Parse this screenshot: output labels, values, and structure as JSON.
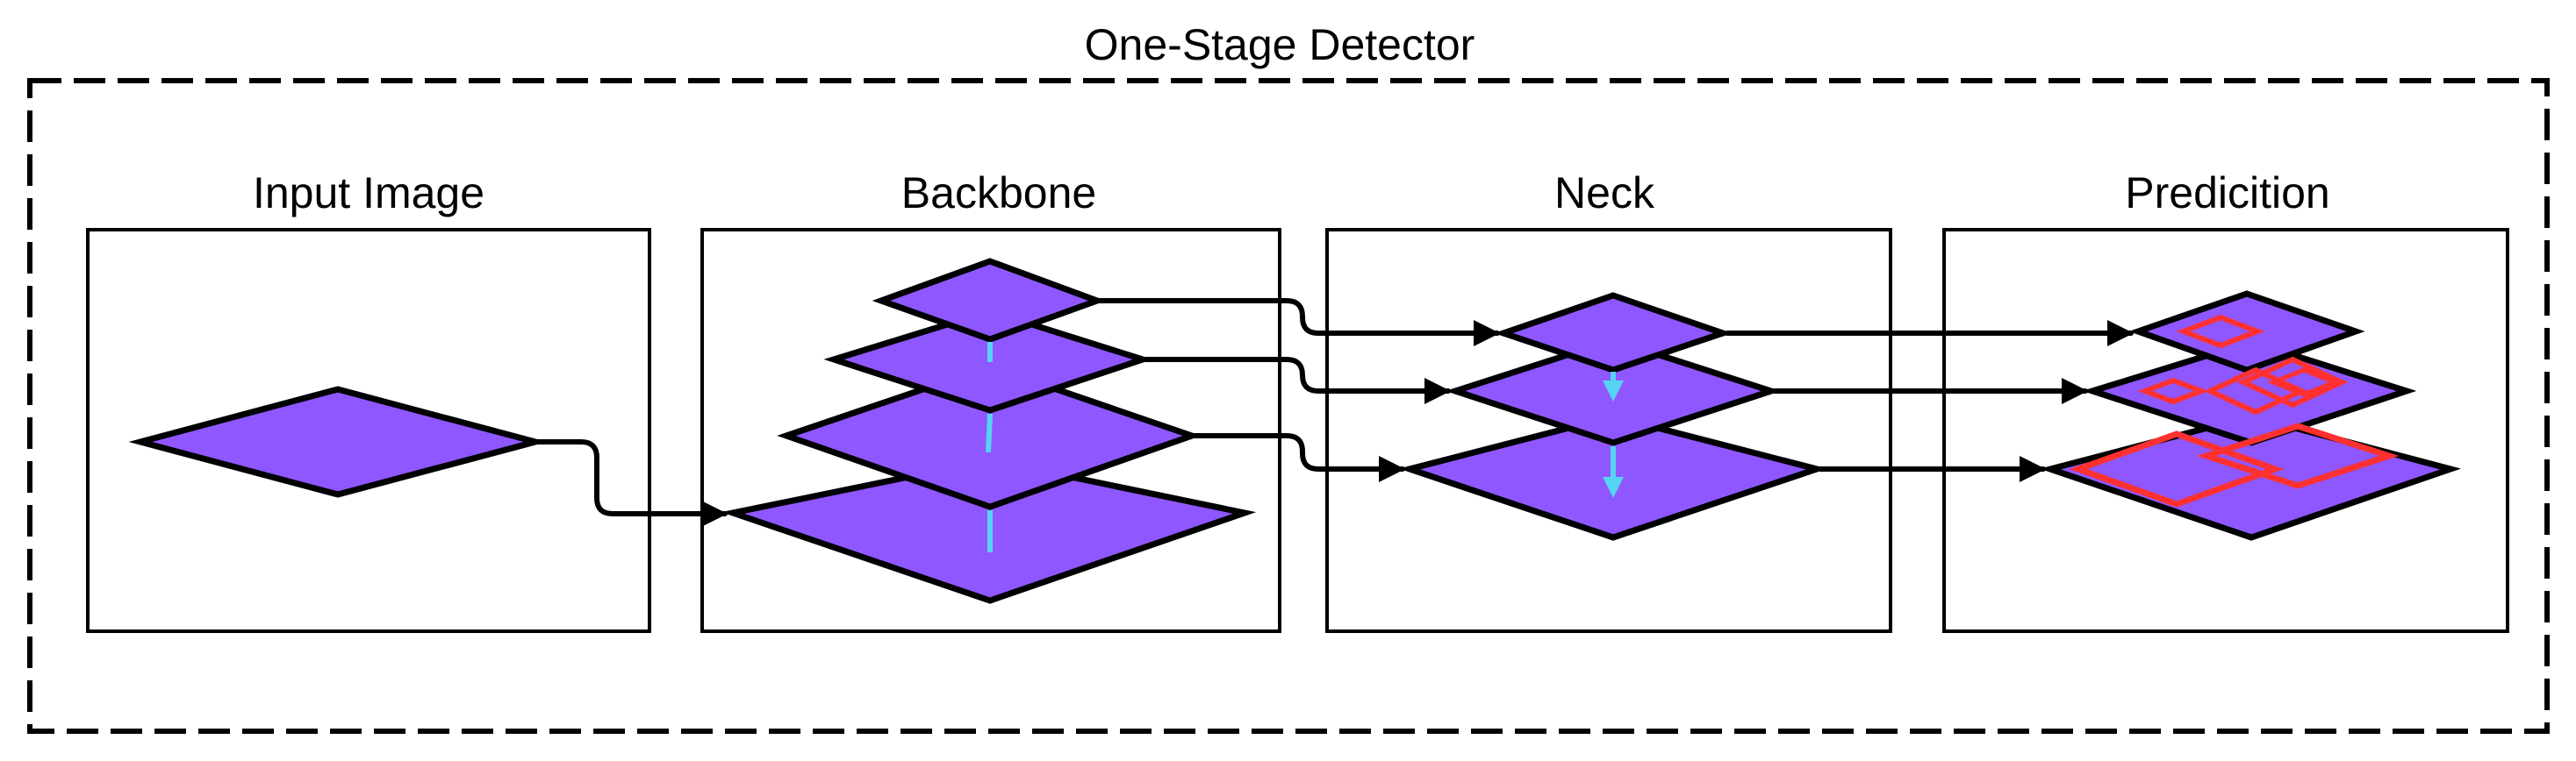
{
  "diagram": {
    "title": "One-Stage Detector",
    "stages": [
      {
        "label": "Input Image"
      },
      {
        "label": "Backbone"
      },
      {
        "label": "Neck"
      },
      {
        "label": "Predicition"
      }
    ]
  },
  "colors": {
    "layer_fill": "#8f57ff",
    "stroke": "#000000",
    "down_arrow": "#55d4f2",
    "box_red": "#ff3030",
    "background": "#ffffff"
  }
}
